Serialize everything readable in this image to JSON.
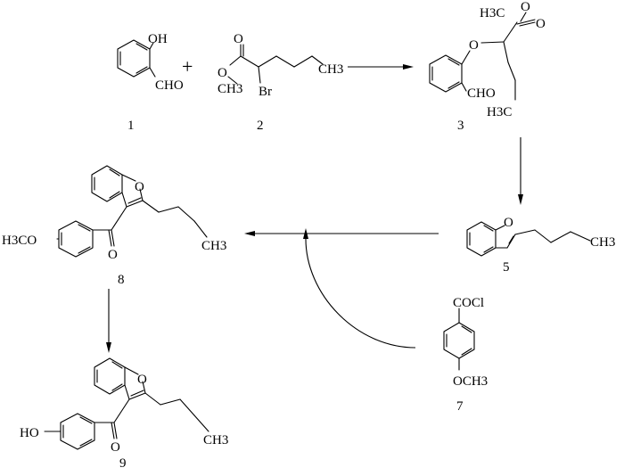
{
  "compounds": {
    "c1": {
      "number": "1",
      "oh": "OH",
      "cho": "CHO"
    },
    "plus": "+",
    "c2": {
      "number": "2",
      "o_carbonyl": "O",
      "o_ester": "O",
      "ch3_ester": "CH3",
      "br": "Br",
      "ch3_chain": "CH3"
    },
    "c3": {
      "number": "3",
      "h3c_ester": "H3C",
      "o_ester": "O",
      "o_carbonyl": "O",
      "o_ether": "O",
      "cho": "CHO",
      "h3c_chain": "H3C"
    },
    "c5": {
      "number": "5",
      "o_ring": "O",
      "ch3_chain": "CH3"
    },
    "c7": {
      "number": "7",
      "cocl": "COCl",
      "och3": "OCH3"
    },
    "c8": {
      "number": "8",
      "o_ring": "O",
      "h3co": "H3CO",
      "o_carbonyl": "O",
      "ch3_chain": "CH3"
    },
    "c9": {
      "number": "9",
      "o_ring": "O",
      "ho": "HO",
      "o_carbonyl": "O",
      "ch3_chain": "CH3"
    }
  }
}
